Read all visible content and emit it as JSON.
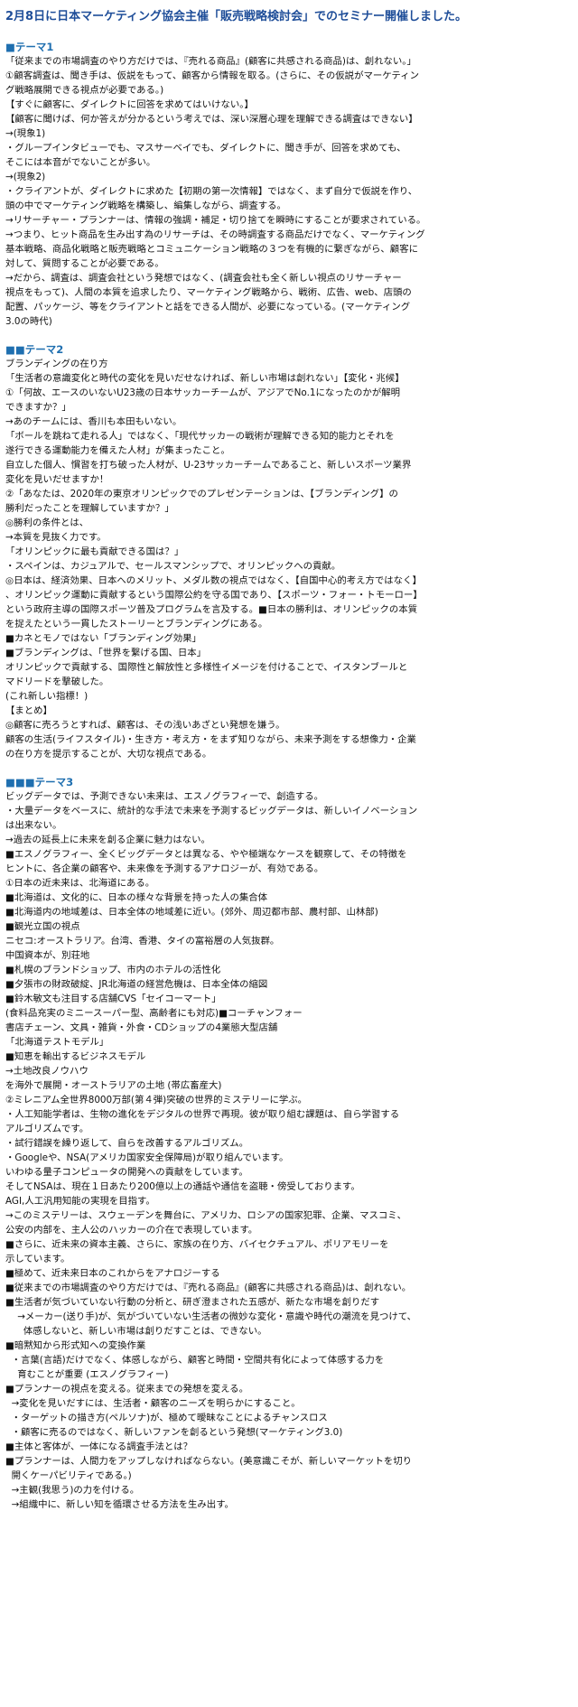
{
  "title": "2月8日に日本マーケティング協会主催「販売戦略検討会」でのセミナー開催しました。",
  "sections": [
    {
      "heading": "■テーマ1",
      "lines": [
        "「従来までの市場調査のやり方だけでは、『売れる商品』(顧客に共感される商品)は、創れない。」",
        "①顧客調査は、聞き手は、仮説をもって、顧客から情報を取る。(さらに、その仮説がマーケティン",
        "グ戦略展開できる視点が必要である。)",
        "【すぐに顧客に、ダイレクトに回答を求めてはいけない。】",
        "【顧客に聞けば、何か答えが分かるという考えでは、深い深層心理を理解できる調査はできない】",
        "→(現象1)",
        "・グループインタビューでも、マスサーベイでも、ダイレクトに、聞き手が、回答を求めても、",
        "そこには本音がでないことが多い。",
        "→(現象2)",
        "・クライアントが、ダイレクトに求めた【初期の第一次情報】ではなく、まず自分で仮説を作り、",
        "頭の中でマーケティング戦略を構築し、編集しながら、調査する。",
        "→リサーチャー・プランナーは、情報の強調・補足・切り捨てを瞬時にすることが要求されている。",
        "→つまり、ヒット商品を生み出す為のリサーチは、その時調査する商品だけでなく、マーケティング",
        "基本戦略、商品化戦略と販売戦略とコミュニケーション戦略の３つを有機的に繋ぎながら、顧客に",
        "対して、質問することが必要である。",
        "→だから、調査は、調査会社という発想ではなく、(調査会社も全く新しい視点のリサーチャー",
        "視点をもって)、人間の本質を追求したり、マーケティング戦略から、戦術、広告、web、店頭の",
        "配置、パッケージ、等をクライアントと話をできる人間が、必要になっている。(マーケティング",
        "3.0の時代)"
      ]
    },
    {
      "heading": "■■テーマ2",
      "lines": [
        "ブランディングの在り方",
        "「生活者の意識変化と時代の変化を見いだせなければ、新しい市場は創れない」【変化・兆候】",
        "①「何故、エースのいないU23歳の日本サッカーチームが、アジアでNo.1になったのかが解明",
        "できますか？」",
        "→あのチームには、香川も本田もいない。",
        "「ボールを跳ねて走れる人」ではなく、「現代サッカーの戦術が理解できる知的能力とそれを",
        "遂行できる運動能力を備えた人材」が集まったこと。",
        "自立した個人、慣習を打ち破った人材が、U-23サッカーチームであること、新しいスポーツ業界",
        "変化を見いだせますか！",
        "②「あなたは、2020年の東京オリンピックでのプレゼンテーションは、【ブランディング】の",
        "勝利だったことを理解していますか？」",
        "◎勝利の条件とは、",
        "→本質を見抜く力です。",
        "「オリンピックに最も貢献できる国は？」",
        "・スペインは、カジュアルで、セールスマンシップで、オリンピックへの貢献。",
        "◎日本は、経済効果、日本へのメリット、メダル数の視点ではなく、【自国中心的考え方ではなく】",
        "、オリンピック運動に貢献するという国際公約を守る国であり、【スポーツ・フォー・トモーロー】",
        "という政府主導の国際スポーツ普及プログラムを言及する。■日本の勝利は、オリンピックの本質",
        "を捉えたという一貫したストーリーとブランディングにある。",
        "■カネとモノではない「ブランディング効果」",
        "■ブランディングは、「世界を繋げる国、日本」",
        "オリンピックで貢献する、国際性と解放性と多様性イメージを付けることで、イスタンブールと",
        "マドリードを撃破した。",
        "(これ新しい指標！)",
        "【まとめ】",
        "◎顧客に売ろうとすれば、顧客は、その浅いあざとい発想を嫌う。",
        "顧客の生活(ライフスタイル)・生き方・考え方・をまず知りながら、未来予測をする想像力・企業",
        "の在り方を提示することが、大切な視点である。"
      ]
    },
    {
      "heading": "■■■テーマ3",
      "lines": [
        "ビッグデータでは、予測できない未来は、エスノグラフィーで、創造する。",
        "・大量データをベースに、統計的な手法で未来を予測するビッグデータは、新しいイノベーション",
        "は出来ない。",
        "→過去の延長上に未来を創る企業に魅力はない。",
        "■エスノグラフィー、全くビッグデータとは異なる、やや極端なケースを観察して、その特徴を",
        "ヒントに、各企業の顧客や、未来像を予測するアナロジーが、有効である。",
        "①日本の近未来は、北海道にある。",
        "■北海道は、文化的に、日本の様々な背景を持った人の集合体",
        "■北海道内の地域差は、日本全体の地域差に近い。(郊外、周辺都市部、農村部、山林部)",
        "■観光立国の視点",
        "ニセコ:オーストラリア。台湾、香港、タイの富裕層の人気抜群。",
        "中国資本が、別荘地",
        "■札幌のブランドショップ、市内のホテルの活性化",
        "■夕張市の財政破綻、JR北海道の経営危機は、日本全体の縮図",
        "■鈴木敏文も注目する店舗CVS「セイコーマート」",
        "(食料品充実のミニースーパー型、高齢者にも対応)■コーチャンフォー",
        "書店チェーン、文具・雑貨・外食・CDショップの4業態大型店舗",
        "「北海道テストモデル」",
        "■知恵を輸出するビジネスモデル",
        "→土地改良ノウハウ",
        "を海外で展開・オーストラリアの土地 (帯広畜産大)",
        "②ミレニアム全世界8000万部(第４弾)突破の世界的ミステリーに学ぶ。",
        "・人工知能学者は、生物の進化をデジタルの世界で再現。彼が取り組む課題は、自ら学習する",
        "アルゴリズムです。",
        "・試行錯誤を繰り返して、自らを改善するアルゴリズム。",
        "・Googleや、NSA(アメリカ国家安全保障局)が取り組んでいます。",
        "いわゆる量子コンピュータの開発への貢献をしています。",
        "そしてNSAは、現在１日あたり200億以上の通話や通信を盗聴・傍受しております。",
        "AGI,人工汎用知能の実現を目指す。",
        "→このミステリーは、スウェーデンを舞台に、アメリカ、ロシアの国家犯罪、企業、マスコミ、",
        "公安の内部を、主人公のハッカーの介在で表現しています。",
        "■さらに、近未来の資本主義、さらに、家族の在り方、バイセクチュアル、ポリアモリーを",
        "示しています。",
        "■極めて、近未来日本のこれからをアナロジーする",
        "■従来までの市場調査のやり方だけでは、『売れる商品』(顧客に共感される商品)は、創れない。",
        "■生活者が気づいていない行動の分析と、研ぎ澄まされた五感が、新たな市場を創りだす",
        "    →メーカー(送り手)が、気がづいていない生活者の微妙な変化・意識や時代の潮流を見つけて、",
        "      体感しないと、新しい市場は創りだすことは、できない。",
        "■暗黙知から形式知への変換作業",
        "  ・言葉(言語)だけでなく、体感しながら、顧客と時間・空間共有化によって体感する力を",
        "    育むことが重要 (エスノグラフィー)",
        "■プランナーの視点を変える。従来までの発想を変える。",
        "  →変化を見いだすには、生活者・顧客のニーズを明らかにすること。",
        "  ・ターゲットの描き方(ペルソナ)が、極めて曖昧なことによるチャンスロス",
        "  ・顧客に売るのではなく、新しいファンを創るという発想(マーケティング3.0)",
        "■主体と客体が、一体になる調査手法とは？",
        "■プランナーは、人間力をアップしなければならない。(美意識こそが、新しいマーケットを切り",
        "  開くケーパビリティである。)",
        "  →主観(我思う)の力を付ける。",
        "  →組織中に、新しい知を循環させる方法を生み出す。"
      ]
    }
  ]
}
